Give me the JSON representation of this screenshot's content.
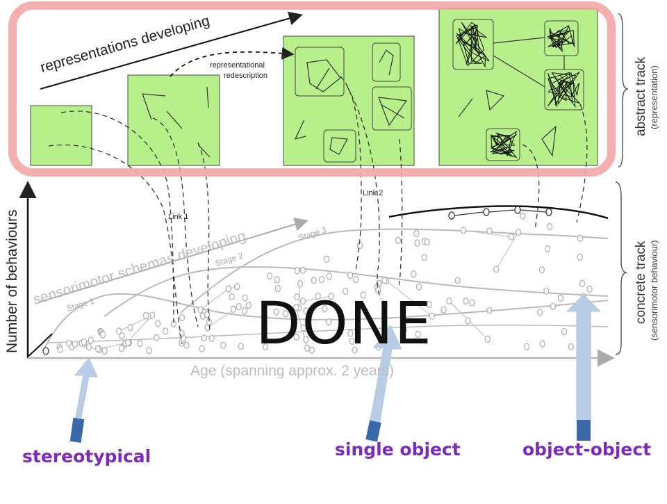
{
  "top_arrow_label": "representations developing",
  "redescription_label_line1": "representational",
  "redescription_label_line2": "redescription",
  "link1_label": "Link 1",
  "link2_label": "Link 2",
  "sensorimotor_label": "sensorimotor schemas developing",
  "stage1": "Stage 1",
  "stage2": "Stage 2",
  "stage3": "Stage 3",
  "y_axis_label": "Number of behaviours",
  "x_axis_label": "Age (spanning approx. 2 years)",
  "abstract_track_title": "abstract track",
  "abstract_track_sub": "(representation)",
  "concrete_track_title": "concrete track",
  "concrete_track_sub": "(sensorimotor behaviour)",
  "overlay_text": "DONE",
  "captions": {
    "stereotypical": "stereotypical",
    "single_object": "single object",
    "object_object": "object-object"
  },
  "colors": {
    "panel_fill": "#b7f08a",
    "highlight_border": "#f3a6a6",
    "caption": "#7d2ab8",
    "arrow_fill": "#b9cde6",
    "arrow_base": "#3a68a8"
  }
}
